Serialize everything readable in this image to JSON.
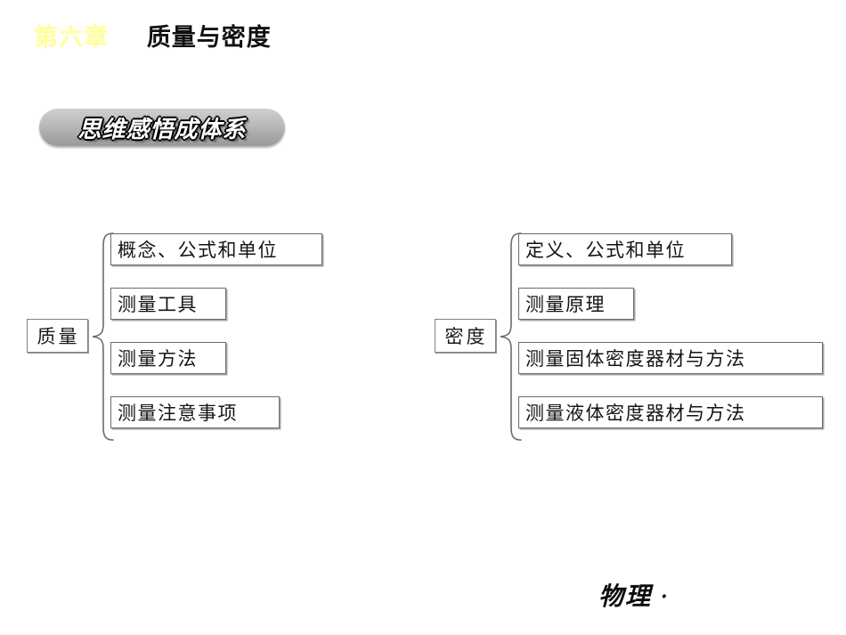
{
  "slide": {
    "title": {
      "chapter": "第六章",
      "subject": "质量与密度"
    },
    "banner": {
      "label": "思维感悟成体系",
      "fill_color": "#b5b5b5",
      "text_color": "#ffffff",
      "outline_color": "#000000"
    },
    "footer": {
      "brand": "物理",
      "mark": "·"
    },
    "colors": {
      "chapter_yellow": "#ffff99",
      "text_black": "#111111",
      "box_border": "#6b6b6b",
      "box_shadow": "#a6a6a6",
      "background": "#ffffff"
    }
  },
  "diagrams": [
    {
      "id": "mass",
      "root": "质量",
      "branches": [
        "概念、公式和单位",
        "测量工具",
        "测量方法",
        "测量注意事项"
      ]
    },
    {
      "id": "density",
      "root": "密度",
      "branches": [
        "定义、公式和单位",
        "测量原理",
        "测量固体密度器材与方法",
        "测量液体密度器材与方法"
      ]
    }
  ]
}
